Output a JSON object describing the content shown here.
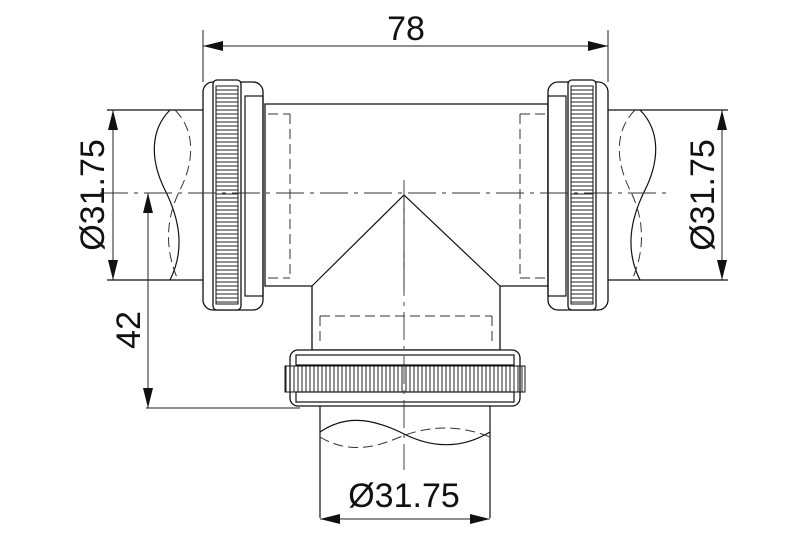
{
  "dimensions": {
    "overall_width": "78",
    "left_diameter": "Ø31.75",
    "right_diameter": "Ø31.75",
    "bottom_diameter": "Ø31.75",
    "branch_height": "42"
  }
}
